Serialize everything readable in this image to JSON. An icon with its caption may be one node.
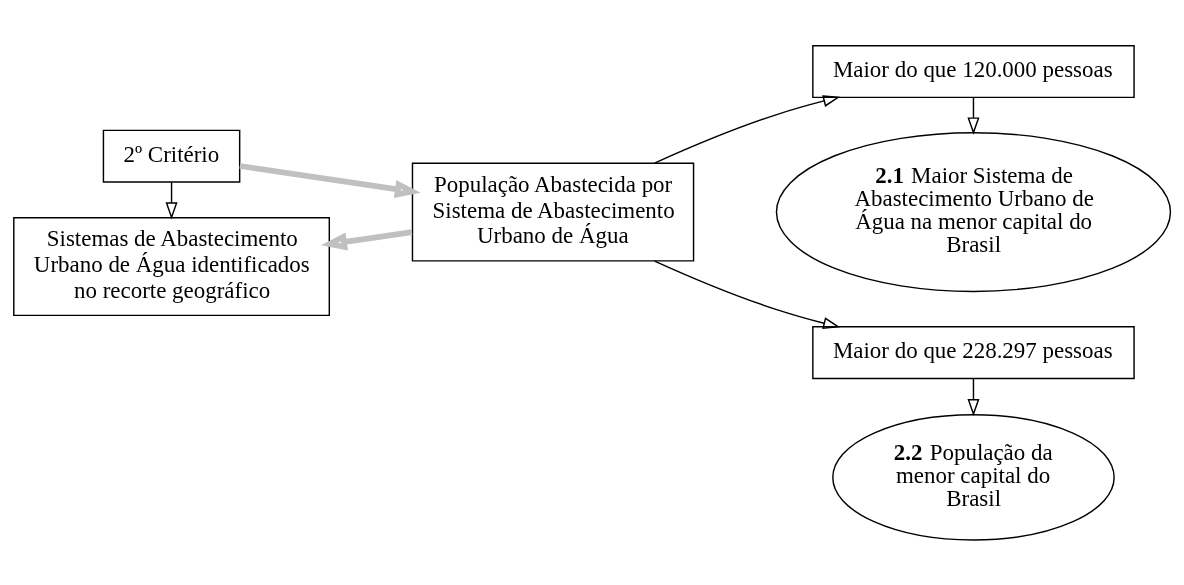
{
  "diagram": {
    "nodes": [
      {
        "text": [
          "2º Critério"
        ]
      },
      {
        "text": [
          "População Abastecida por Sistema de Abastecimento Urbano de Água"
        ]
      },
      {
        "text": [
          "Sistemas de Abastecimento Urbano de Água identificados no recorte geográfico"
        ]
      },
      {
        "text": [
          "Maior do que 120.000 pessoas"
        ]
      },
      {
        "text": [
          "Maior do que 228.297 pessoas"
        ]
      },
      {
        "text": [
          "**2.1** Maior Sistema de Abastecimento Urbano de Água na menor capital do Brasil"
        ]
      },
      {
        "text": [
          "**2.2** População da menor capital do Brasil"
        ]
      }
    ],
    "edges": [
      {
        "from": 0,
        "to": 1,
        "arrow": "to",
        "style": "thick",
        "color": "#c0c0c0"
      },
      {
        "from": 0,
        "to": 2,
        "arrow": "to"
      },
      {
        "from": 1,
        "to": 2,
        "arrow": "to",
        "style": "thick",
        "color": "#c0c0c0"
      },
      {
        "from": 1,
        "to": 3,
        "arrow": "to"
      },
      {
        "from": 1,
        "to": 4,
        "arrow": "to"
      },
      {
        "from": 3,
        "to": 5,
        "arrow": "to"
      },
      {
        "from": 4,
        "to": 6,
        "arrow": "to"
      }
    ]
  }
}
